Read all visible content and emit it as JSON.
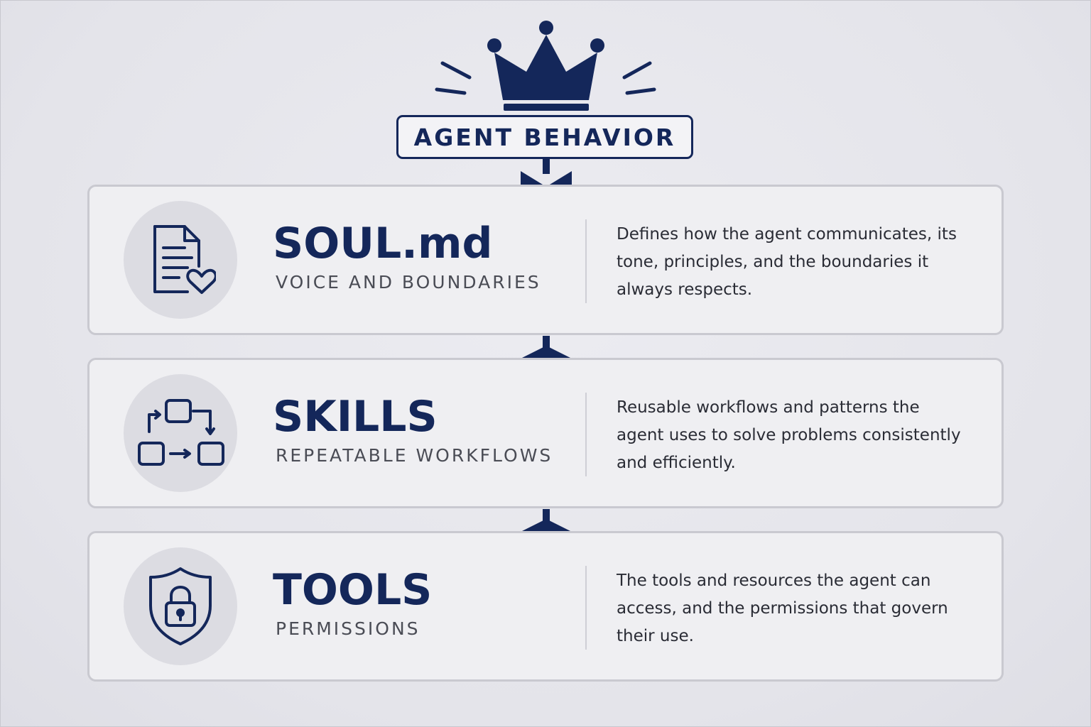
{
  "header": {
    "title": "AGENT BEHAVIOR",
    "icon": "crown-icon"
  },
  "colors": {
    "navy": "#14275a",
    "card_bg": "#efeff2",
    "card_border": "#c9c9d0",
    "icon_circle": "#dcdce2",
    "background": "#e6e6ec"
  },
  "cards": [
    {
      "title": "SOUL.md",
      "subtitle": "VOICE AND BOUNDARIES",
      "description": "Defines how the agent communicates, its tone, principles, and the boundaries it always respects.",
      "icon": "document-heart-icon"
    },
    {
      "title": "SKILLS",
      "subtitle": "REPEATABLE WORKFLOWS",
      "description": "Reusable workflows and patterns the agent uses to solve problems consistently and efficiently.",
      "icon": "workflow-icon"
    },
    {
      "title": "TOOLS",
      "subtitle": "PERMISSIONS",
      "description": "The tools and resources the agent can access, and the permissions that govern their use.",
      "icon": "shield-lock-icon"
    }
  ]
}
